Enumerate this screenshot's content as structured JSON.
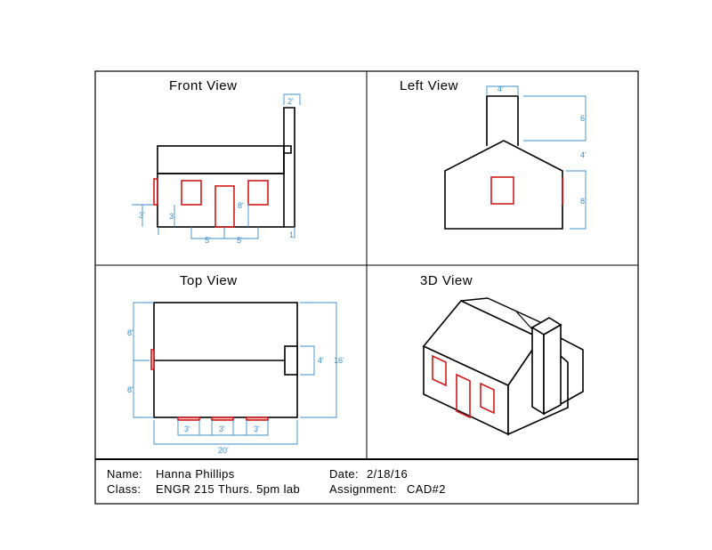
{
  "views": {
    "front": {
      "title": "Front View",
      "dims": {
        "chimney_width": "2'",
        "window_height": "3'",
        "window_from_ground": "3'",
        "door_height": "8'",
        "spacing_left": "5'",
        "spacing_right": "5'",
        "offset": "1'"
      }
    },
    "left": {
      "title": "Left View",
      "dims": {
        "chimney_width": "4'",
        "chimney_height": "6'",
        "roof_height": "4'",
        "wall_height": "8'"
      }
    },
    "top": {
      "title": "Top View",
      "dims": {
        "half_top": "8'",
        "half_bottom": "8'",
        "chimney_depth": "4'",
        "overall_depth": "16'",
        "window_1": "3'",
        "window_2": "3'",
        "window_3": "3'",
        "overall_width": "20'"
      }
    },
    "iso": {
      "title": "3D View"
    }
  },
  "title_block": {
    "name_label": "Name:",
    "name_value": "Hanna Phillips",
    "class_label": "Class:",
    "class_value": "ENGR 215 Thurs. 5pm lab",
    "date_label": "Date:",
    "date_value": "2/18/16",
    "assignment_label": "Assignment:",
    "assignment_value": "CAD#2"
  },
  "colors": {
    "outline": "#000000",
    "openings": "#d01a1a",
    "dimensions": "#3a8fd0"
  }
}
